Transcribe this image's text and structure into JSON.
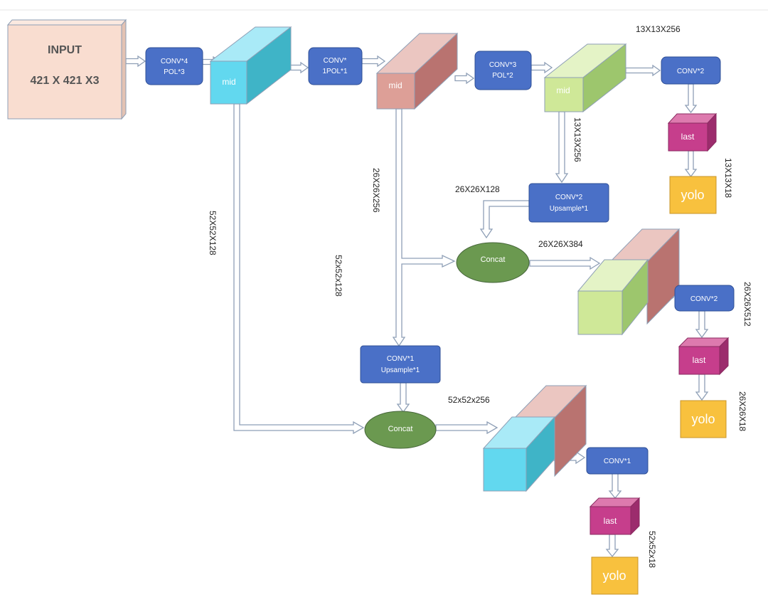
{
  "colors": {
    "cyan": "#62d8ef",
    "pink": "#dd9f97",
    "lime": "#cfe898",
    "conv_box": "#4a70c7",
    "last_box": "#c63e8c",
    "yolo_box": "#f8c13e",
    "concat": "#6b9950",
    "input_fill": "#f9ddd0",
    "pipe_outline": "#8e9fb6"
  },
  "input": {
    "title": "INPUT",
    "size": "421 X 421 X3"
  },
  "ops": {
    "conv4_pol3": {
      "line1": "CONV*4",
      "line2": "POL*3"
    },
    "conv1_pol1": {
      "line1": "CONV*",
      "line2": "1POL*1"
    },
    "conv3_pol2": {
      "line1": "CONV*3",
      "line2": "POL*2"
    },
    "conv2_top": {
      "line1": "CONV*2"
    },
    "conv2_upsample1": {
      "line1": "CONV*2",
      "line2": "Upsample*1"
    },
    "conv2_mid": {
      "line1": "CONV*2"
    },
    "conv1_upsample1": {
      "line1": "CONV*1",
      "line2": "Upsample*1"
    },
    "conv1_bottom": {
      "line1": "CONV*1"
    }
  },
  "blocks": {
    "mid1": "mid",
    "mid2": "mid",
    "mid3": "mid"
  },
  "heads": {
    "last_label": "last",
    "yolo_label": "yolo"
  },
  "concat_label": "Concat",
  "dims": {
    "d13x13x256_top": "13X13X256",
    "d13x13x256_vert": "13X13X256",
    "d13x13x18": "13X13X18",
    "d26x26x128": "26X26X128",
    "d26x26x256": "26X26X256",
    "d26x26x384": "26X26X384",
    "d26x26x512": "26X26X512",
    "d26x26x18": "26X26X18",
    "d52x52x128_upper": "52X52X128",
    "d52x52x128_lower": "52x52x128",
    "d52x52x256": "52x52x256",
    "d52x52x18": "52x52x18"
  }
}
